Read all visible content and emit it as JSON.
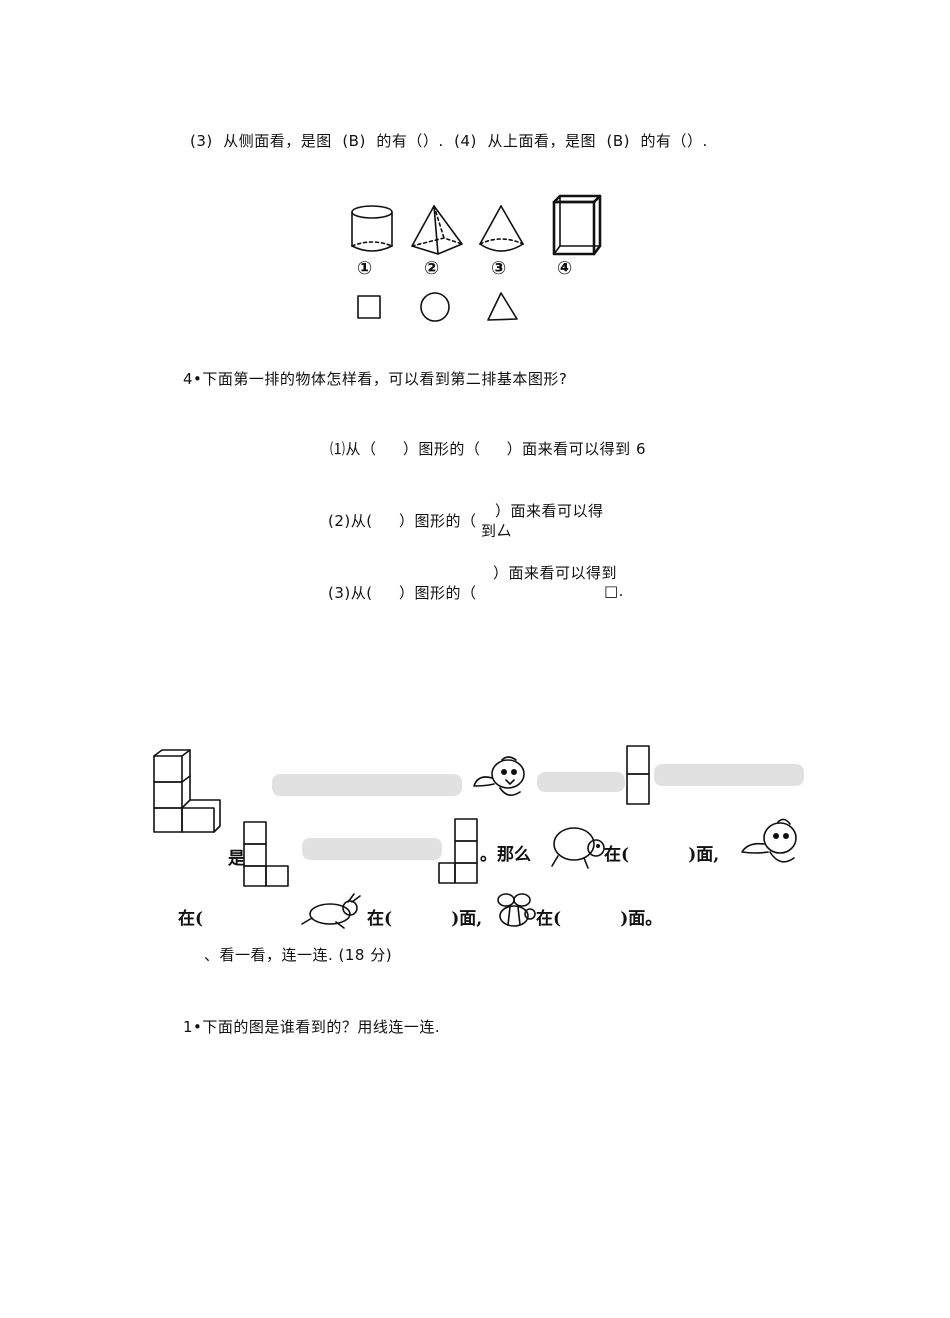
{
  "q3_4_line": "(3)  从侧面看，是图  (B)  的有（）.  (4)  从上面看，是图  (B)  的有（）.",
  "solid_labels": [
    "①",
    "②",
    "③",
    "④"
  ],
  "q4_heading": "4•下面第一排的物体怎样看，可以看到第二排基本图形?",
  "sub1": "⑴从（     ）图形的（     ）面来看可以得到 6",
  "sub2_a": "(2)从(     ）图形的（",
  "sub2_b": "）面来看可以得",
  "sub2_c": "到厶",
  "sub3_a": "(3)从(     ）图形的（",
  "sub3_b": "）面来看可以得到",
  "sub3_c": "□.",
  "puzzle_shi": "是",
  "puzzle_name_me": "。那么",
  "puzzle_zai1": "在(          )面,",
  "puzzle_zai2": "在(",
  "puzzle_zai3": "在(          )面,",
  "puzzle_zai4": "在(          )面。",
  "section_heading": "、看一看，连一连. (18 分)",
  "q1_heading": "1•下面的图是谁看到的？用线连一连."
}
